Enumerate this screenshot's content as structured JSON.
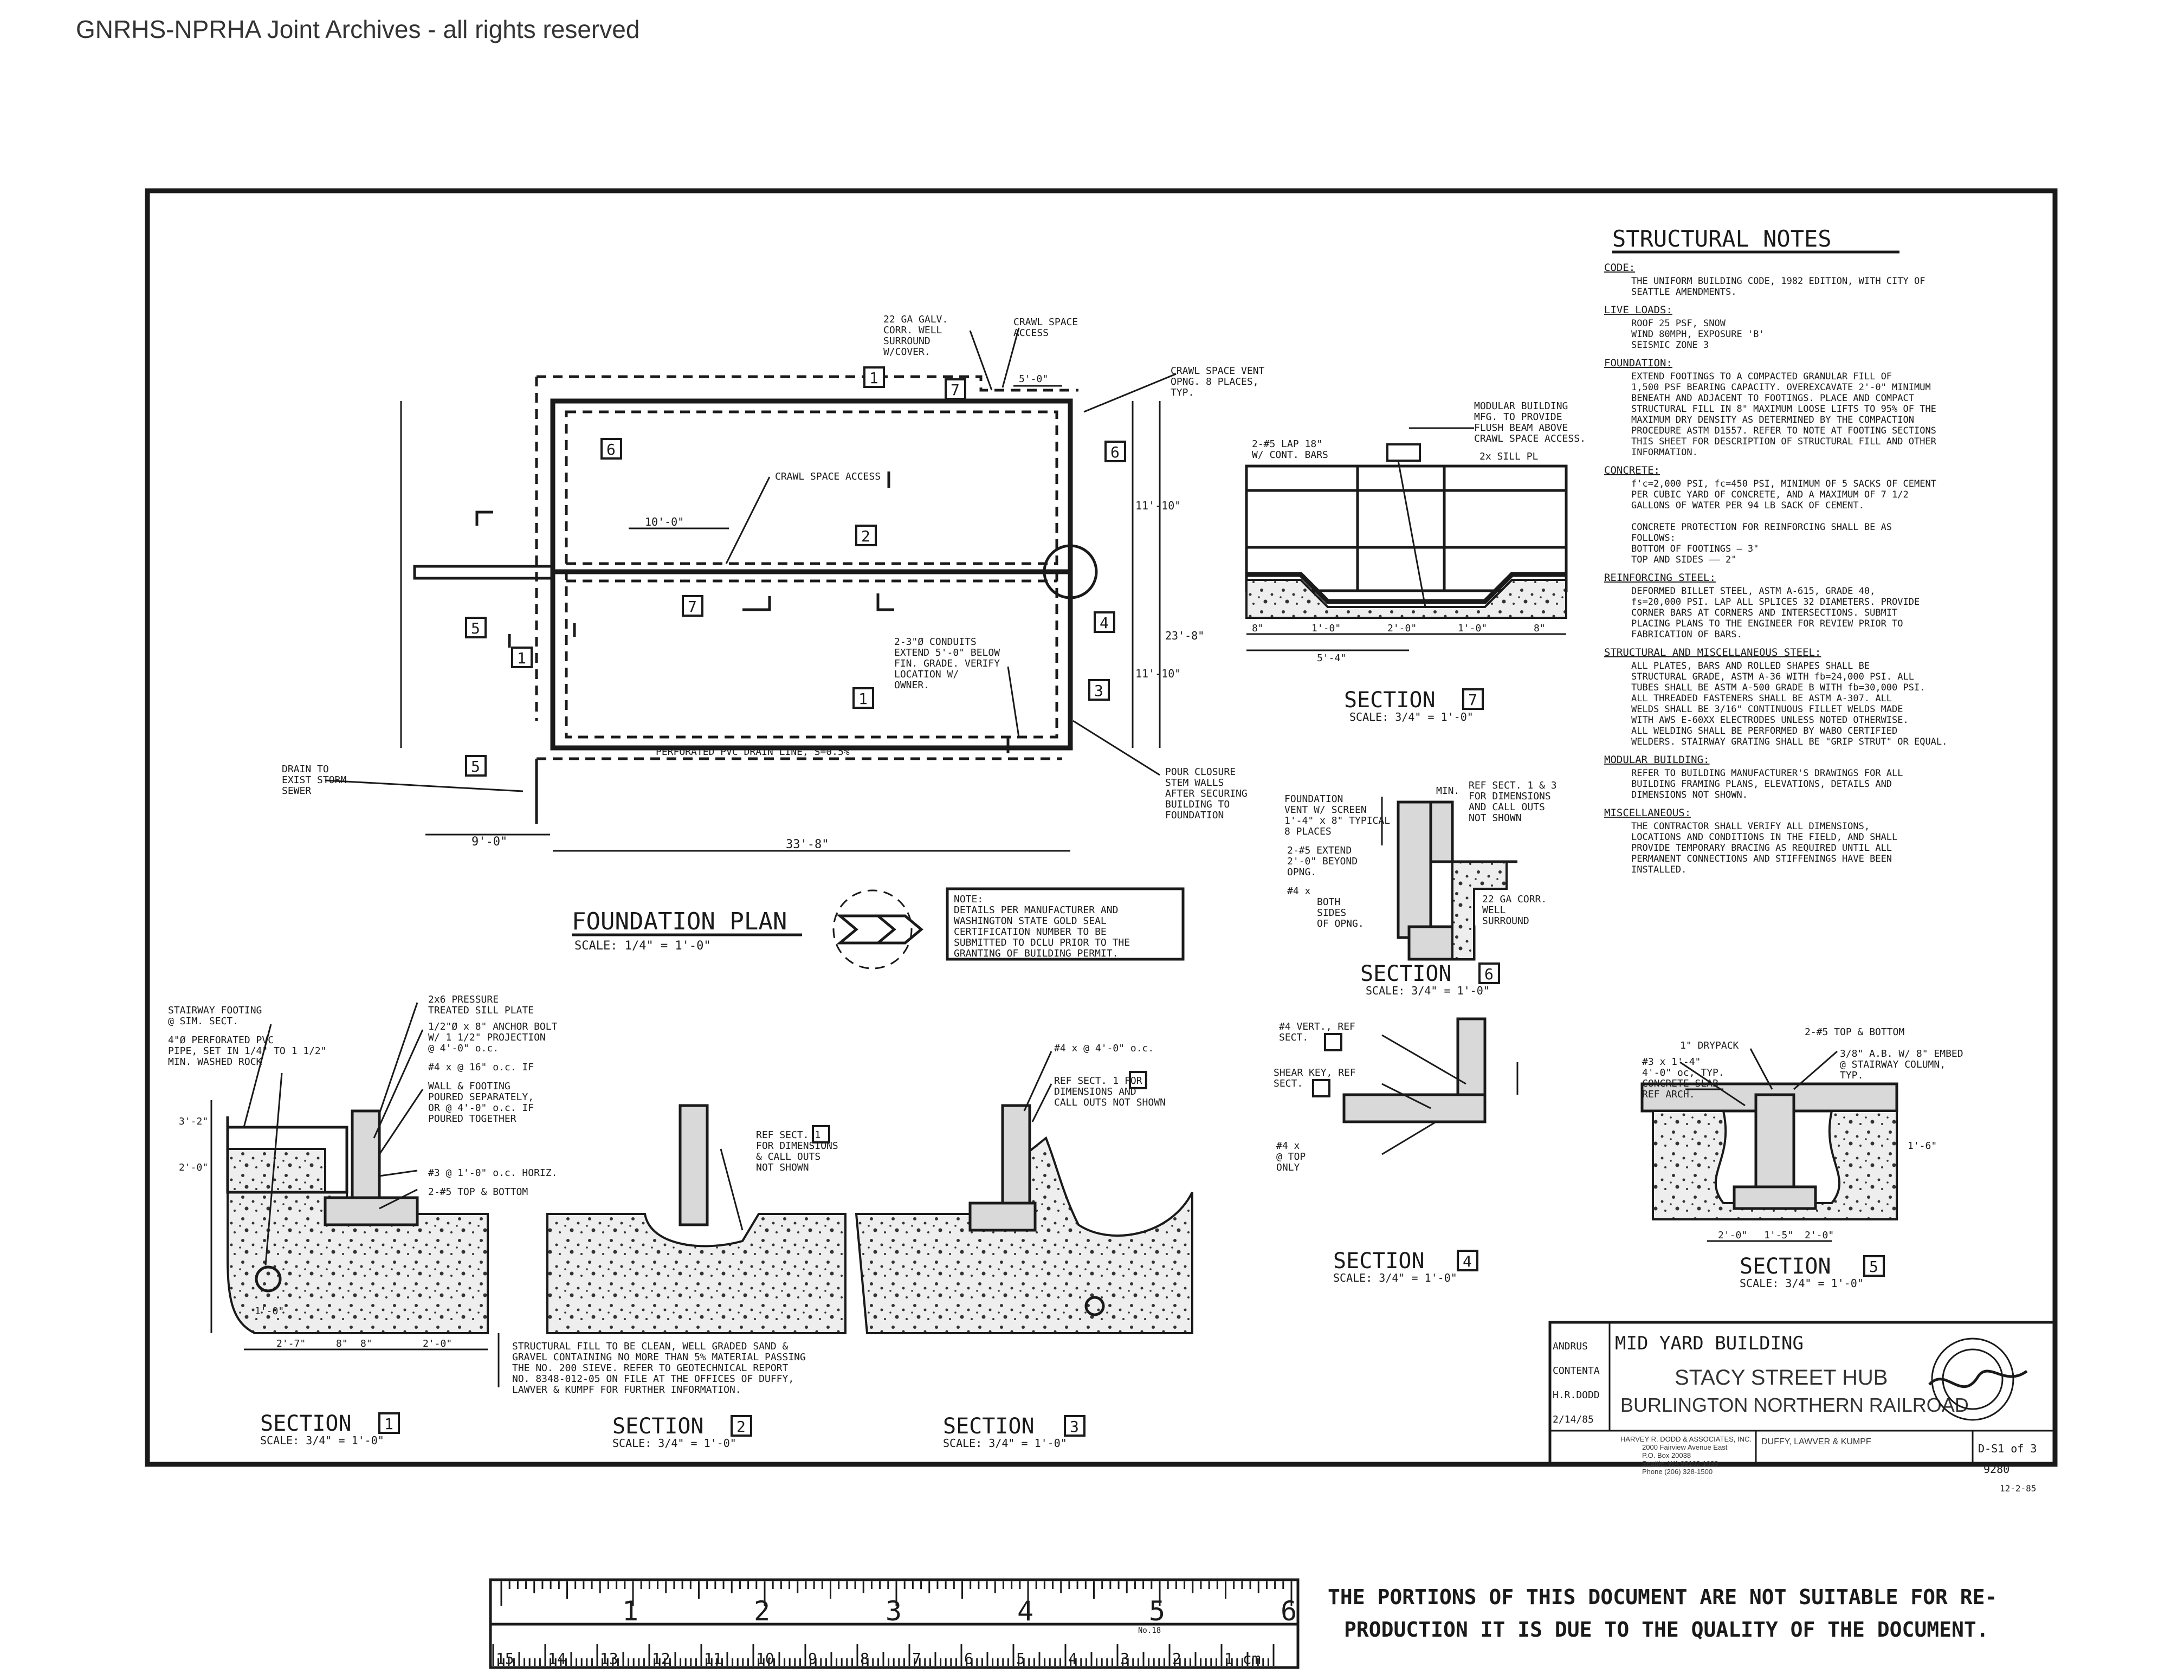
{
  "archive_header": "GNRHS-NPRHA Joint Archives - all rights reserved",
  "structural_notes": {
    "title": "STRUCTURAL NOTES",
    "sections": [
      {
        "heading": "CODE:",
        "lines": [
          "THE UNIFORM BUILDING CODE, 1982 EDITION, WITH CITY OF",
          "SEATTLE AMENDMENTS."
        ]
      },
      {
        "heading": "LIVE LOADS:",
        "lines": [
          "ROOF        25 PSF, SNOW",
          "WIND        80MPH, EXPOSURE 'B'",
          "SEISMIC     ZONE 3"
        ]
      },
      {
        "heading": "FOUNDATION:",
        "lines": [
          "EXTEND FOOTINGS TO A COMPACTED GRANULAR FILL OF",
          "1,500 PSF BEARING CAPACITY. OVEREXCAVATE 2'-0\" MINIMUM",
          "BENEATH AND ADJACENT TO FOOTINGS. PLACE AND COMPACT",
          "STRUCTURAL FILL IN 8\" MAXIMUM LOOSE LIFTS TO 95% OF THE",
          "MAXIMUM DRY DENSITY AS DETERMINED BY THE COMPACTION",
          "PROCEDURE ASTM D1557. REFER TO NOTE AT FOOTING SECTIONS",
          "THIS SHEET FOR DESCRIPTION OF STRUCTURAL FILL AND OTHER",
          "INFORMATION."
        ]
      },
      {
        "heading": "CONCRETE:",
        "lines": [
          "f'c=2,000 PSI, fc=450 PSI, MINIMUM OF 5 SACKS OF CEMENT",
          "PER CUBIC YARD OF CONCRETE, AND A MAXIMUM OF 7 1/2",
          "GALLONS OF WATER PER 94 LB SACK OF CEMENT.",
          "",
          "CONCRETE PROTECTION FOR REINFORCING SHALL BE AS",
          "FOLLOWS:",
          "   BOTTOM OF FOOTINGS — 3\"",
          "   TOP AND SIDES —— 2\""
        ]
      },
      {
        "heading": "REINFORCING STEEL:",
        "lines": [
          "DEFORMED BILLET STEEL, ASTM A-615, GRADE 40,",
          "fs=20,000 PSI. LAP ALL SPLICES 32 DIAMETERS. PROVIDE",
          "CORNER BARS AT CORNERS AND INTERSECTIONS. SUBMIT",
          "PLACING PLANS TO THE ENGINEER FOR REVIEW PRIOR TO",
          "FABRICATION OF BARS."
        ]
      },
      {
        "heading": "STRUCTURAL AND MISCELLANEOUS STEEL:",
        "lines": [
          "ALL PLATES, BARS AND ROLLED SHAPES SHALL BE",
          "STRUCTURAL GRADE, ASTM A-36 WITH fb=24,000 PSI. ALL",
          "TUBES SHALL BE ASTM A-500 GRADE B WITH fb=30,000 PSI.",
          "ALL THREADED FASTENERS SHALL BE ASTM A-307. ALL",
          "WELDS SHALL BE 3/16\" CONTINUOUS FILLET WELDS MADE",
          "WITH AWS E-60XX ELECTRODES UNLESS NOTED OTHERWISE.",
          "ALL WELDING SHALL BE PERFORMED BY WABO CERTIFIED",
          "WELDERS. STAIRWAY GRATING SHALL BE \"GRIP STRUT\" OR EQUAL."
        ]
      },
      {
        "heading": "MODULAR BUILDING:",
        "lines": [
          "REFER TO BUILDING MANUFACTURER'S DRAWINGS FOR ALL",
          "BUILDING FRAMING PLANS, ELEVATIONS, DETAILS AND",
          "DIMENSIONS NOT SHOWN."
        ]
      },
      {
        "heading": "MISCELLANEOUS:",
        "lines": [
          "THE CONTRACTOR SHALL VERIFY ALL DIMENSIONS,",
          "LOCATIONS AND CONDITIONS IN THE FIELD, AND SHALL",
          "PROVIDE TEMPORARY BRACING AS REQUIRED UNTIL ALL",
          "PERMANENT CONNECTIONS AND STIFFENINGS HAVE BEEN",
          "INSTALLED."
        ]
      }
    ]
  },
  "foundation_plan": {
    "title": "FOUNDATION PLAN",
    "scale": "SCALE: 1/4\" = 1'-0\"",
    "callouts": {
      "corr_well": [
        "22 GA GALV.",
        "CORR. WELL",
        "SURROUND",
        "W/COVER."
      ],
      "crawl_access_top": [
        "CRAWL SPACE",
        "ACCESS"
      ],
      "crawl_vent": [
        "CRAWL SPACE VENT",
        "OPNG. 8 PLACES,",
        "TYP."
      ],
      "crawl_access_mid": "CRAWL SPACE ACCESS",
      "conduits": [
        "2-3\"Ø CONDUITS",
        "EXTEND 5'-0\" BELOW",
        "FIN. GRADE. VERIFY",
        "LOCATION W/",
        "OWNER."
      ],
      "drain": [
        "DRAIN TO",
        "EXIST STORM",
        "SEWER"
      ],
      "drain_line": "PERFORATED PVC DRAIN LINE, S=0.5%",
      "closure": [
        "POUR CLOSURE",
        "STEM WALLS",
        "AFTER SECURING",
        "BUILDING TO",
        "FOUNDATION"
      ]
    },
    "dimensions": {
      "d_10": "10'-0\"",
      "d_9": "9'-0\"",
      "d_33": "33'-8\"",
      "d_23": "23'-8\"",
      "d_11a": "11'-10\"",
      "d_11b": "11'-10\"",
      "d_5": "5'-0\""
    },
    "tags": [
      "1",
      "7",
      "6",
      "2",
      "7",
      "4",
      "5",
      "1",
      "1",
      "3",
      "5",
      "6"
    ],
    "note": [
      "NOTE:",
      "DETAILS PER MANUFACTURER AND",
      "WASHINGTON STATE GOLD SEAL",
      "CERTIFICATION NUMBER TO BE",
      "SUBMITTED TO DCLU PRIOR TO THE",
      "GRANTING OF BUILDING PERMIT."
    ]
  },
  "section_7": {
    "title": "SECTION",
    "tag": "7",
    "scale": "SCALE: 3/4\" = 1'-0\"",
    "callouts": {
      "modular": [
        "MODULAR BUILDING",
        "MFG. TO PROVIDE",
        "FLUSH BEAM ABOVE",
        "CRAWL SPACE ACCESS."
      ],
      "lap": [
        "2-#5 LAP 18\"",
        "W/ CONT. BARS"
      ],
      "sill": "2x SILL PL"
    },
    "dims": [
      "8\"",
      "1'-0\"",
      "2'-0\"",
      "1'-0\"",
      "8\"",
      "5'-4\""
    ]
  },
  "section_6": {
    "title": "SECTION",
    "tag": "6",
    "scale": "SCALE: 3/4\" = 1'-0\"",
    "callouts": {
      "vent": [
        "FOUNDATION",
        "VENT W/ SCREEN",
        "1'-4\" x 8\" TYPICAL",
        "8 PLACES"
      ],
      "ref": [
        "REF SECT. 1 & 3",
        "FOR DIMENSIONS",
        "AND CALL OUTS",
        "NOT SHOWN"
      ],
      "min": "MIN.",
      "extend": [
        "2-#5 EXTEND",
        "2'-0\" BEYOND",
        "OPNG."
      ],
      "both": [
        "#4 x",
        "BOTH",
        "SIDES",
        "OF OPNG."
      ],
      "gacorr": [
        "22 GA CORR.",
        "WELL",
        "SURROUND"
      ]
    }
  },
  "section_4": {
    "title": "SECTION",
    "tag": "4",
    "scale": "SCALE: 3/4\" = 1'-0\"",
    "callouts": {
      "vert": [
        "#4 VERT., REF",
        "SECT."
      ],
      "shear": [
        "SHEAR KEY, REF",
        "SECT."
      ],
      "top": [
        "#4 x",
        "@ TOP",
        "ONLY"
      ]
    }
  },
  "section_5": {
    "title": "SECTION",
    "tag": "5",
    "scale": "SCALE: 3/4\" = 1'-0\"",
    "callouts": {
      "drypack": "1\" DRYPACK",
      "bars": "2-#5 TOP & BOTTOM",
      "stirrup": [
        "#3 x 1'-4\"",
        "4'-0\" oc, TYP."
      ],
      "slab": [
        "CONCRETE SLAB",
        "REF ARCH."
      ],
      "bolt": [
        "3/8\" A.B. W/ 8\" EMBED",
        "@ STAIRWAY COLUMN,",
        "TYP."
      ]
    },
    "dims": [
      "2'-0\"",
      "1'-5\"",
      "2'-0\"",
      "1'-6\""
    ]
  },
  "section_1": {
    "title": "SECTION",
    "tag": "1",
    "scale": "SCALE: 3/4\" = 1'-0\"",
    "callouts": {
      "stair": [
        "STAIRWAY FOOTING",
        "@ SIM. SECT."
      ],
      "pipe": [
        "4\"Ø PERFORATED PVC",
        "PIPE, SET IN 1/4\" TO 1 1/2\"",
        "MIN. WASHED ROCK"
      ],
      "sill": [
        "2x6 PRESSURE",
        "TREATED SILL PLATE"
      ],
      "bolt": [
        "1/2\"Ø x 8\" ANCHOR BOLT",
        "W/ 1 1/2\" PROJECTION",
        "@ 4'-0\" o.c."
      ],
      "horiz": "#4 x   @ 16\" o.c. IF",
      "wall": [
        "WALL & FOOTING",
        "POURED SEPARATELY,",
        "OR @ 4'-0\" o.c. IF",
        "POURED TOGETHER"
      ],
      "h3": "#3 @ 1'-0\" o.c. HORIZ.",
      "tb": "2-#5 TOP & BOTTOM"
    },
    "dims": [
      "3'-2\"",
      "2'-0\"",
      "1'-0\"",
      "2'-7\"",
      "8\"",
      "8\"",
      "2'-0\""
    ],
    "fill_note": [
      "STRUCTURAL FILL TO BE CLEAN, WELL GRADED SAND &",
      "GRAVEL CONTAINING NO MORE THAN 5% MATERIAL PASSING",
      "THE NO. 200 SIEVE. REFER TO GEOTECHNICAL REPORT",
      "NO. 8348-012-05 ON FILE AT THE OFFICES OF DUFFY,",
      "LAWVER & KUMPF FOR FURTHER INFORMATION."
    ]
  },
  "section_2": {
    "title": "SECTION",
    "tag": "2",
    "scale": "SCALE: 3/4\" = 1'-0\"",
    "ref": [
      "REF SECT. 1",
      "FOR DIMENSIONS",
      "& CALL OUTS",
      "NOT SHOWN"
    ]
  },
  "section_3": {
    "title": "SECTION",
    "tag": "3",
    "scale": "SCALE: 3/4\" = 1'-0\"",
    "top": "#4 x    @ 4'-0\" o.c.",
    "ref": [
      "REF SECT. 1 FOR",
      "DIMENSIONS AND",
      "CALL OUTS NOT SHOWN"
    ]
  },
  "title_block": {
    "drawn": "ANDRUS",
    "checked": "CONTENTA",
    "approved": "H.R.DODD",
    "date": "2/14/85",
    "project_line1": "MID YARD BUILDING",
    "project_line2": "STACY STREET HUB",
    "client": "BURLINGTON NORTHERN RAILROAD",
    "firm": [
      "HARVEY R. DODD & ASSOCIATES, INC.",
      "2000 Fairview Avenue East",
      "P.O. Box 20038",
      "Seattle, WA 98102-1038",
      "Phone (206) 328-1500"
    ],
    "engineer": "DUFFY, LAWVER & KUMPF",
    "sheet": "D-S1 of 3",
    "job": "9280",
    "stamp_below": "12-2-85"
  },
  "ruler": {
    "top_numbers": [
      "1",
      "2",
      "3",
      "4",
      "5",
      "6"
    ],
    "bottom_numbers": [
      "15",
      "14",
      "13",
      "12",
      "11",
      "10",
      "9",
      "8",
      "7",
      "6",
      "5",
      "4",
      "3",
      "2",
      "1 cm"
    ],
    "label": "No.18"
  },
  "disclaimer": [
    "THE PORTIONS OF THIS DOCUMENT ARE NOT SUITABLE FOR RE-",
    "PRODUCTION IT IS DUE TO THE QUALITY OF THE DOCUMENT."
  ]
}
